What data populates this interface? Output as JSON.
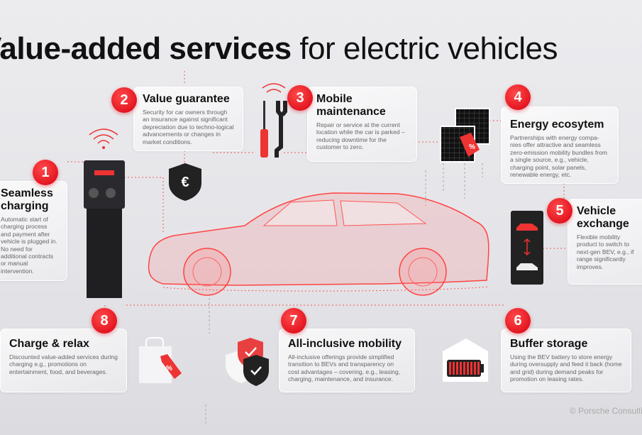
{
  "title": {
    "bold": "Value-added services",
    "light": "for electric vehicles"
  },
  "services": [
    {
      "number": "1",
      "title": "Seamless charging",
      "text": "Automatic start of charging process and payment after vehicle is plugged in. No need for additional contracts or manual intervention."
    },
    {
      "number": "2",
      "title": "Value guarantee",
      "text": "Security for car owners through an insurance against significant depreciation due to techno-logical advancements or changes in market conditions."
    },
    {
      "number": "3",
      "title": "Mobile maintenance",
      "text": "Repair or service at the current location while the car is parked – reducing downtime for the customer to zero."
    },
    {
      "number": "4",
      "title": "Energy ecosytem",
      "text": "Partnerships with energy compa-nies offer attractive and seamless zero-emission mobility bundles from a single source, e.g., vehicle, charging point, solar panels, renewable energy, etc."
    },
    {
      "number": "5",
      "title": "Vehicle exchange",
      "text": "Flexible mobility product to switch to next-gen BEV, e.g., if range significantly improves."
    },
    {
      "number": "6",
      "title": "Buffer storage",
      "text": "Using the BEV battery to store energy during oversupply and feed it back (home and grid) during demand peaks for promotion on leasing rates."
    },
    {
      "number": "7",
      "title": "All-inclusive mobility",
      "text": "All-inclusive offerings provide simplified transition to BEVs and transparency on cost advantages – covering, e.g., leasing, charging, maintenance, and insurance."
    },
    {
      "number": "8",
      "title": "Charge & relax",
      "text": "Discounted value-added services during charging e.g., promotions on entertainment, food, and beverages."
    }
  ],
  "icons": {
    "euro": "€",
    "percent": "%"
  },
  "copyright": "© Porsche Consulting",
  "colors": {
    "accent": "#e30613",
    "text": "#111111",
    "muted": "#666666"
  }
}
